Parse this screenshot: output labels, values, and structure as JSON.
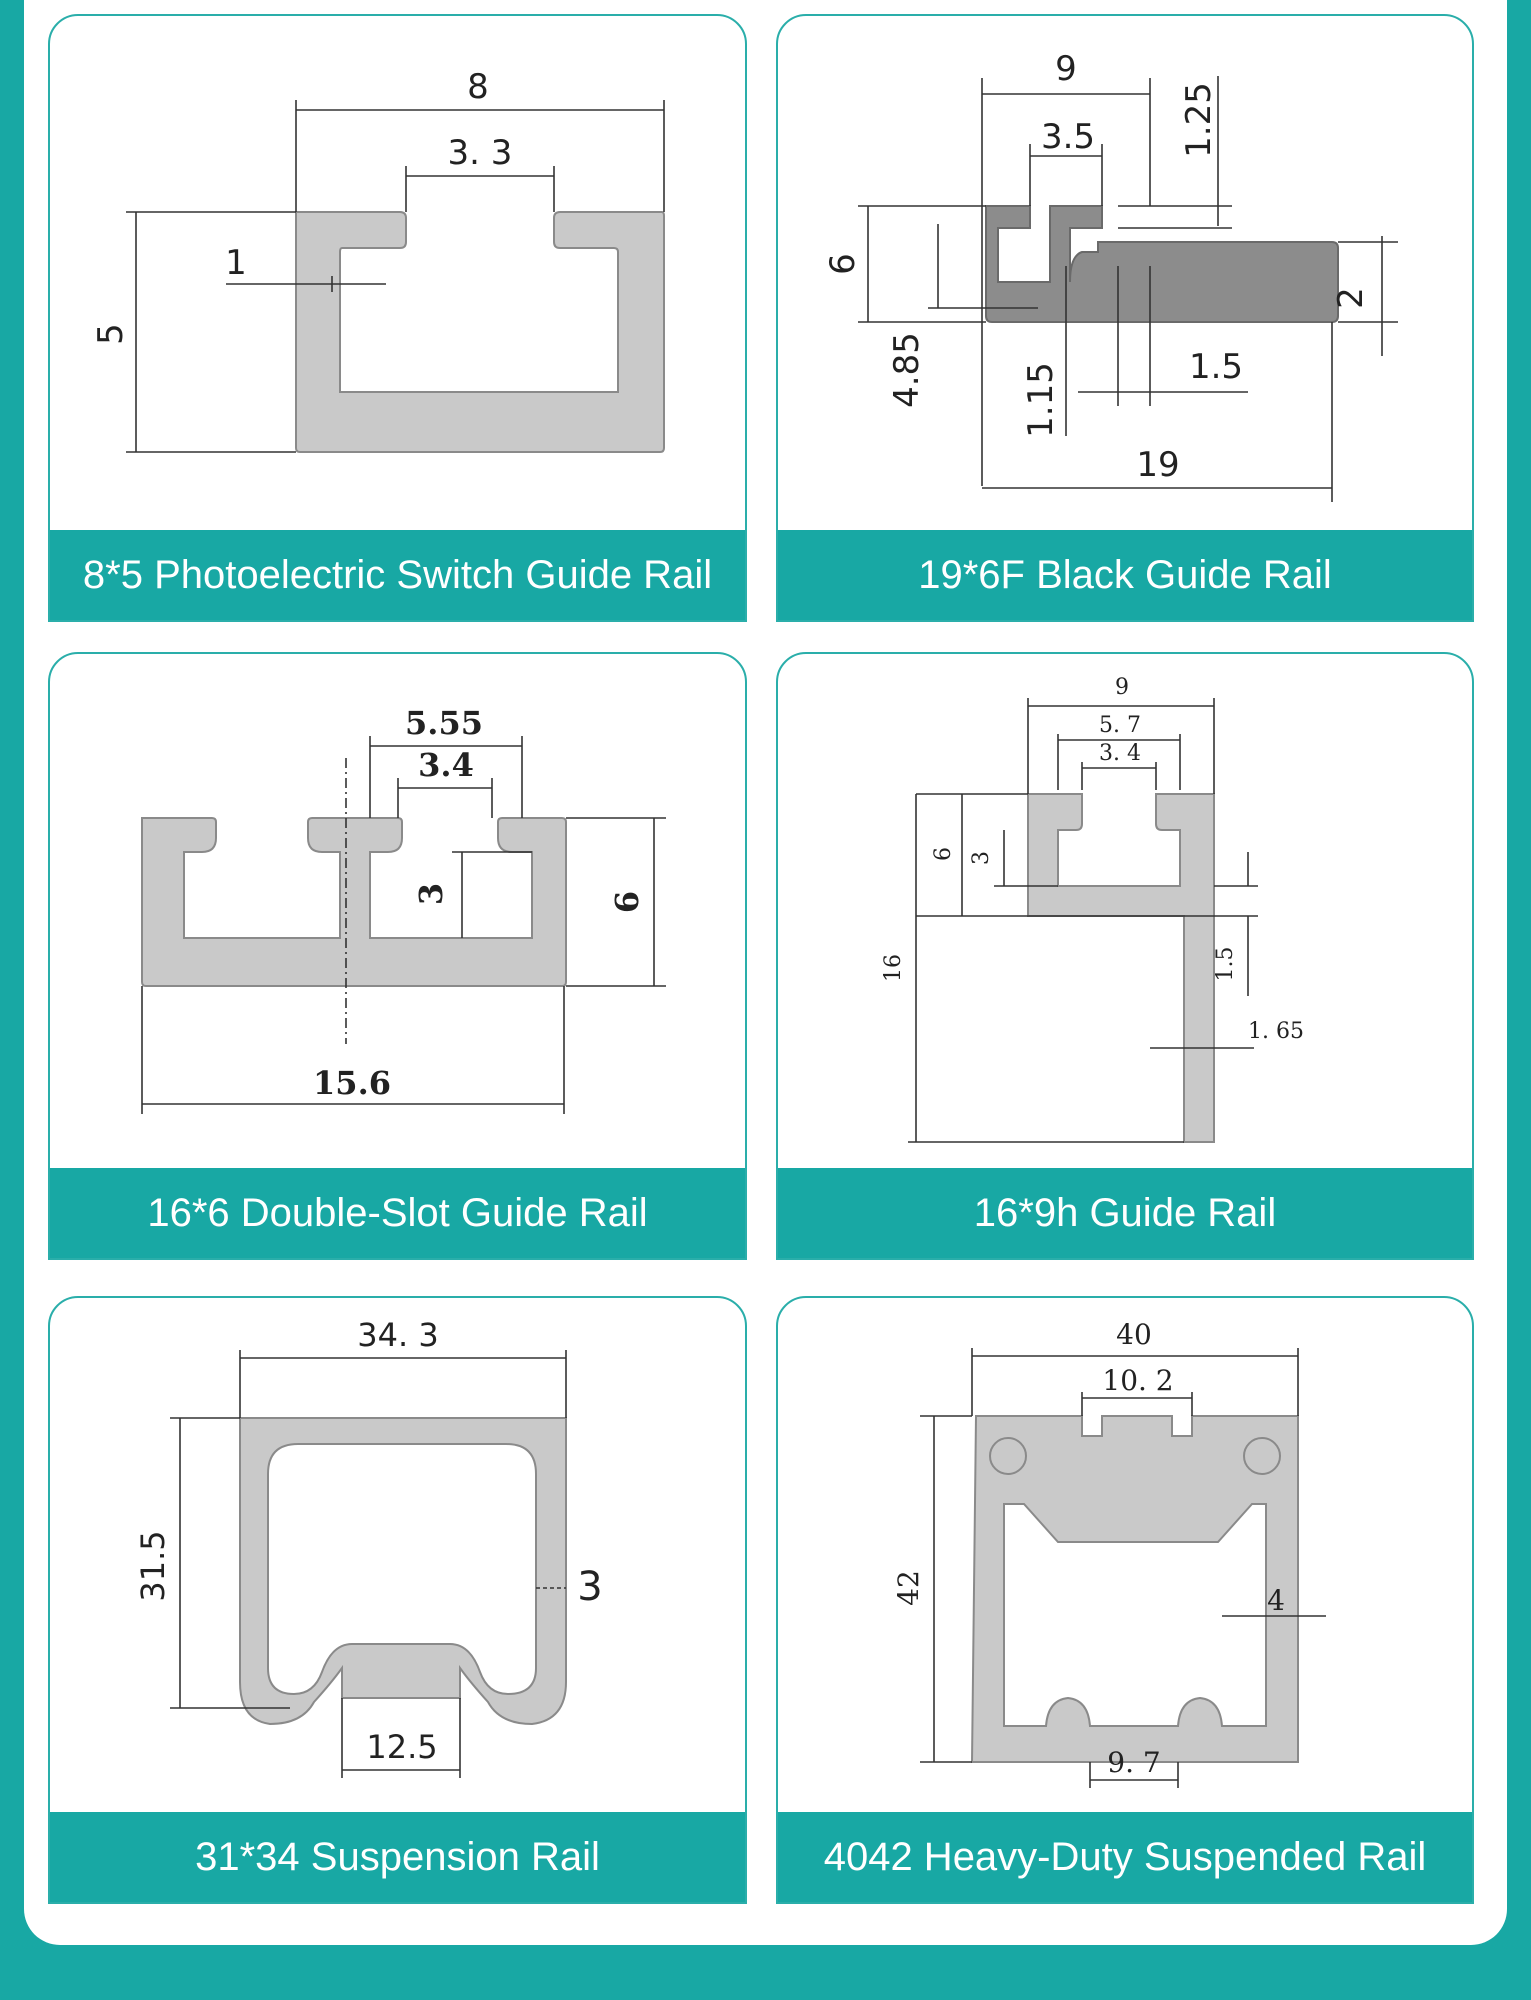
{
  "rails": [
    {
      "caption": "8*5 Photoelectric Switch Guide Rail",
      "dimensions": {
        "width": "8",
        "slot": "3. 3",
        "wall": "1",
        "height": "5"
      }
    },
    {
      "caption": "19*6F Black Guide Rail",
      "dimensions": {
        "head_width": "9",
        "slot": "3.5",
        "lip": "1.25",
        "height": "6",
        "depth": "4.85",
        "wall": "1.15",
        "flange_gap": "1.5",
        "flange": "2",
        "total_width": "19"
      }
    },
    {
      "caption": "16*6 Double-Slot Guide Rail",
      "dimensions": {
        "outer_slot": "5.55",
        "slot": "3.4",
        "slot_depth": "3",
        "height": "6",
        "width": "15.6"
      }
    },
    {
      "caption": "16*9h Guide Rail",
      "dimensions": {
        "width": "9",
        "outer_slot": "5. 7",
        "slot": "3. 4",
        "head_height": "6",
        "slot_depth": "3",
        "total_height": "16",
        "web_gap": "1.5",
        "web": "1. 65"
      }
    },
    {
      "caption": "31*34 Suspension Rail",
      "dimensions": {
        "width": "34. 3",
        "height": "31.5",
        "wall": "3",
        "opening": "12.5"
      }
    },
    {
      "caption": "4042 Heavy-Duty Suspended Rail",
      "dimensions": {
        "width": "40",
        "top_slot": "10. 2",
        "height": "42",
        "wall": "4",
        "bottom_slot": "9. 7"
      }
    }
  ]
}
